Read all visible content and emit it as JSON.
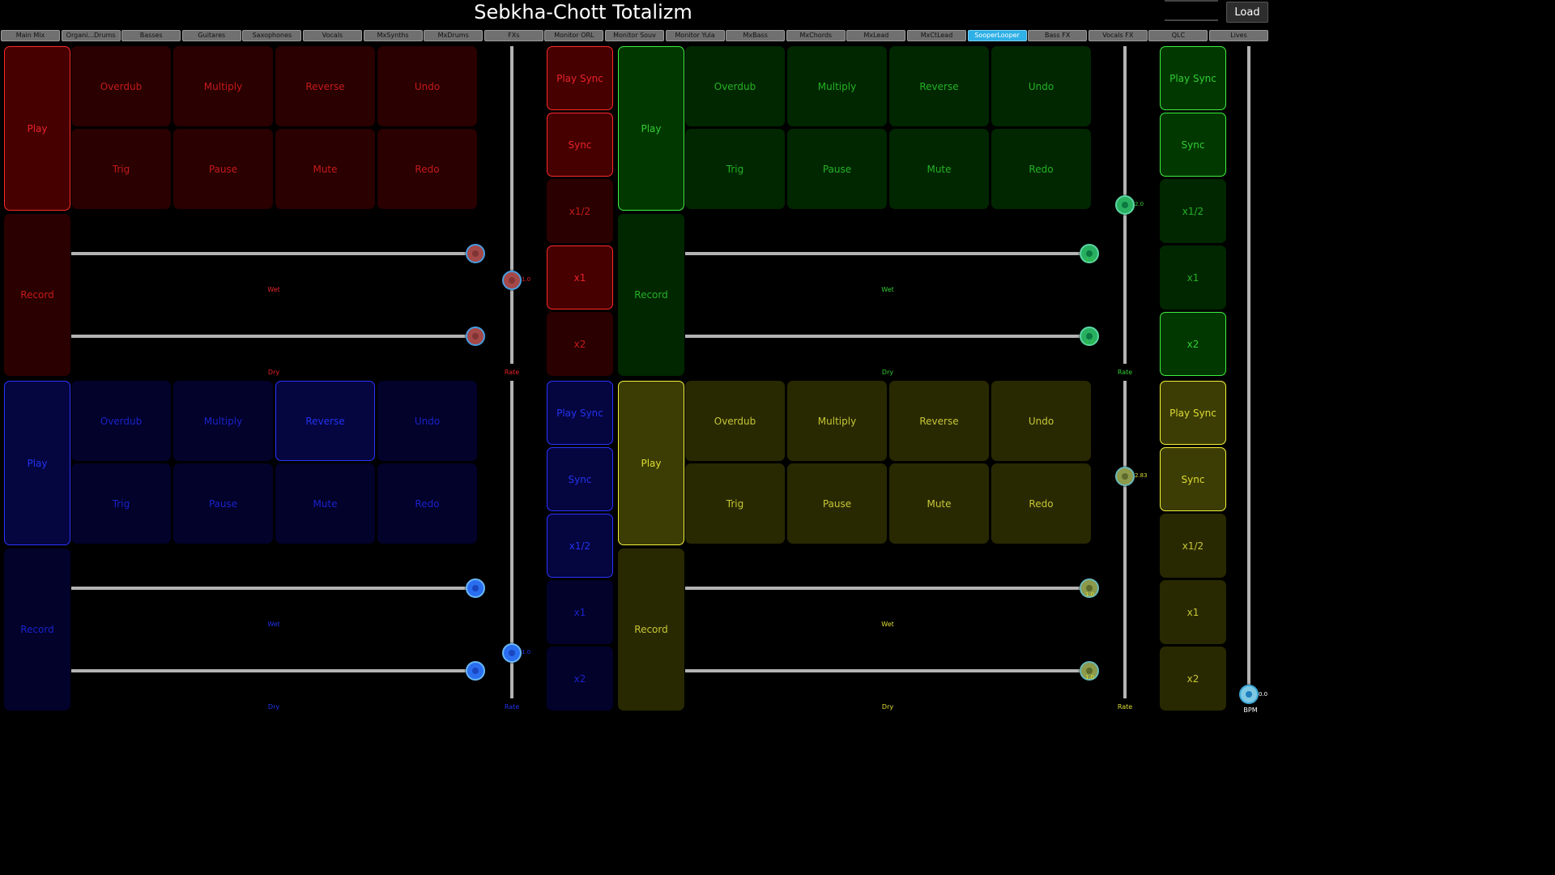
{
  "header": {
    "title": "Sebkha-Chott Totalizm",
    "load_label": "Load"
  },
  "tabs": [
    {
      "label": "Main Mix"
    },
    {
      "label": "Organi...Drums"
    },
    {
      "label": "Basses"
    },
    {
      "label": "Guitares"
    },
    {
      "label": "Saxophones"
    },
    {
      "label": "Vocals"
    },
    {
      "label": "MxSynths"
    },
    {
      "label": "MxDrums"
    },
    {
      "label": "FXs"
    },
    {
      "label": "Monitor ORL"
    },
    {
      "label": "Monitor Souv"
    },
    {
      "label": "Monitor Yula"
    },
    {
      "label": "MxBass"
    },
    {
      "label": "MxChords"
    },
    {
      "label": "MxLead"
    },
    {
      "label": "MxCtLead"
    },
    {
      "label": "SooperLooper",
      "active": true
    },
    {
      "label": "Bass FX"
    },
    {
      "label": "Vocals FX"
    },
    {
      "label": "QLC"
    },
    {
      "label": "Lives"
    }
  ],
  "colors": {
    "red": "#e8232a",
    "green": "#33cc33",
    "blue": "#2233ee",
    "yellow": "#dddd33",
    "tab_active": "#2fb0e6"
  },
  "loopers": [
    {
      "color": "red",
      "play": "Play",
      "record": "Record",
      "pads": [
        "Overdub",
        "Multiply",
        "Reverse",
        "Undo",
        "Trig",
        "Pause",
        "Mute",
        "Redo"
      ],
      "wet_label": "Wet",
      "dry_label": "Dry",
      "rate_label": "Rate",
      "wet_value": "",
      "dry_value": "",
      "rate_value": "1.0",
      "sync": [
        "Play Sync",
        "Sync",
        "x1/2",
        "x1",
        "x2"
      ],
      "sync_on": [
        true,
        true,
        false,
        true,
        false
      ],
      "pads_on": []
    },
    {
      "color": "green",
      "play": "Play",
      "record": "Record",
      "pads": [
        "Overdub",
        "Multiply",
        "Reverse",
        "Undo",
        "Trig",
        "Pause",
        "Mute",
        "Redo"
      ],
      "wet_label": "Wet",
      "dry_label": "Dry",
      "rate_label": "Rate",
      "wet_value": "1.0",
      "dry_value": "1.0",
      "rate_value": "2.0",
      "sync": [
        "Play Sync",
        "Sync",
        "x1/2",
        "x1",
        "x2"
      ],
      "sync_on": [
        true,
        true,
        false,
        false,
        true
      ],
      "pads_on": []
    },
    {
      "color": "blue",
      "play": "Play",
      "record": "Record",
      "pads": [
        "Overdub",
        "Multiply",
        "Reverse",
        "Undo",
        "Trig",
        "Pause",
        "Mute",
        "Redo"
      ],
      "wet_label": "Wet",
      "dry_label": "Dry",
      "rate_label": "Rate",
      "wet_value": "",
      "dry_value": "",
      "rate_value": "1.0",
      "sync": [
        "Play Sync",
        "Sync",
        "x1/2",
        "x1",
        "x2"
      ],
      "sync_on": [
        true,
        true,
        true,
        false,
        false
      ],
      "pads_on": [
        2
      ]
    },
    {
      "color": "yellow",
      "play": "Play",
      "record": "Record",
      "pads": [
        "Overdub",
        "Multiply",
        "Reverse",
        "Undo",
        "Trig",
        "Pause",
        "Mute",
        "Redo"
      ],
      "wet_label": "Wet",
      "dry_label": "Dry",
      "rate_label": "Rate",
      "wet_value": "1.0",
      "dry_value": "1.0",
      "rate_value": "2.83",
      "sync": [
        "Play Sync",
        "Sync",
        "x1/2",
        "x1",
        "x2"
      ],
      "sync_on": [
        true,
        true,
        false,
        false,
        false
      ],
      "pads_on": []
    }
  ],
  "bpm": {
    "label": "BPM",
    "value": "0.0"
  }
}
